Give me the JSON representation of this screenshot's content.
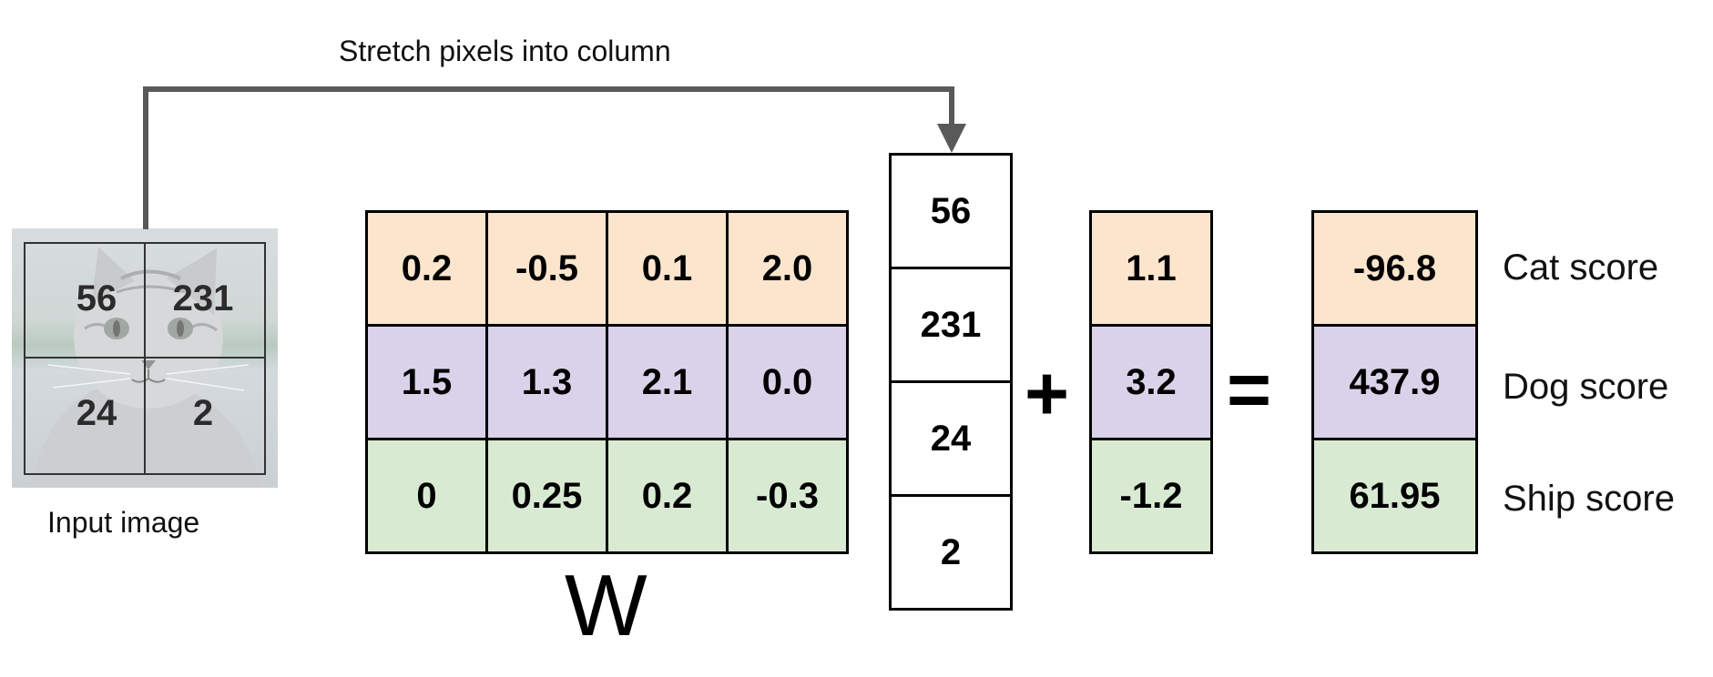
{
  "input_caption": "Input image",
  "arrow_caption": "Stretch pixels into column",
  "input_pixels": [
    [
      "56",
      "231"
    ],
    [
      "24",
      "2"
    ]
  ],
  "weights_label": "W",
  "weights": [
    [
      "0.2",
      "-0.5",
      "0.1",
      "2.0"
    ],
    [
      "1.5",
      "1.3",
      "2.1",
      "0.0"
    ],
    [
      "0",
      "0.25",
      "0.2",
      "-0.3"
    ]
  ],
  "column_vector": [
    "56",
    "231",
    "24",
    "2"
  ],
  "plus_sign": "+",
  "bias": [
    "1.1",
    "3.2",
    "-1.2"
  ],
  "equals_sign": "=",
  "scores": [
    "-96.8",
    "437.9",
    "61.95"
  ],
  "score_labels": [
    "Cat score",
    "Dog score",
    "Ship score"
  ],
  "colors": {
    "cat_row": "#fce5cd",
    "dog_row": "#d9d2e9",
    "ship_row": "#d9ead3",
    "arrow": "#595959"
  }
}
